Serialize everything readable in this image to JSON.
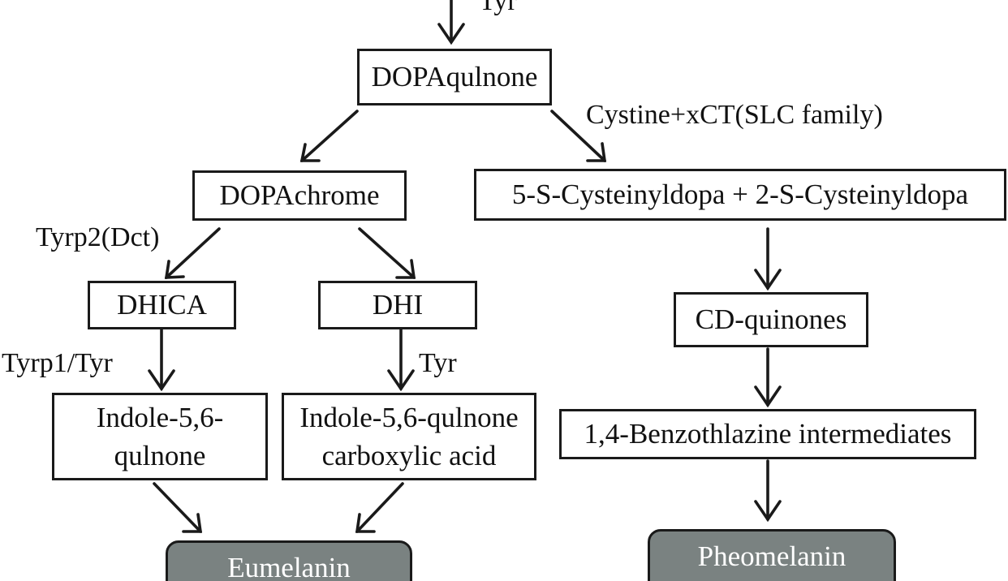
{
  "diagram": {
    "nodes": {
      "dopaquinone": "DOPAqulnone",
      "dopachrome": "DOPAchrome",
      "cysteinyldopa": "5-S-Cysteinyldopa + 2-S-Cysteinyldopa",
      "dhica": "DHICA",
      "dhi": "DHI",
      "cd_quinones": "CD-quinones",
      "indole_quinone_line1": "Indole-5,6-",
      "indole_quinone_line2": "qulnone",
      "indole_carboxylic_line1": "Indole-5,6-qulnone",
      "indole_carboxylic_line2": "carboxylic acid",
      "benzothiazine": "1,4-Benzothlazine intermediates",
      "eumelanin": "Eumelanin",
      "pheomelanin": "Pheomelanin"
    },
    "edge_labels": {
      "tyr_top": "Tyr",
      "cystine_xct": "Cystine+xCT(SLC family)",
      "tyrp2": "Tyrp2(Dct)",
      "tyrp1_tyr": "Tyrp1/Tyr",
      "tyr_dhi": "Tyr"
    }
  }
}
